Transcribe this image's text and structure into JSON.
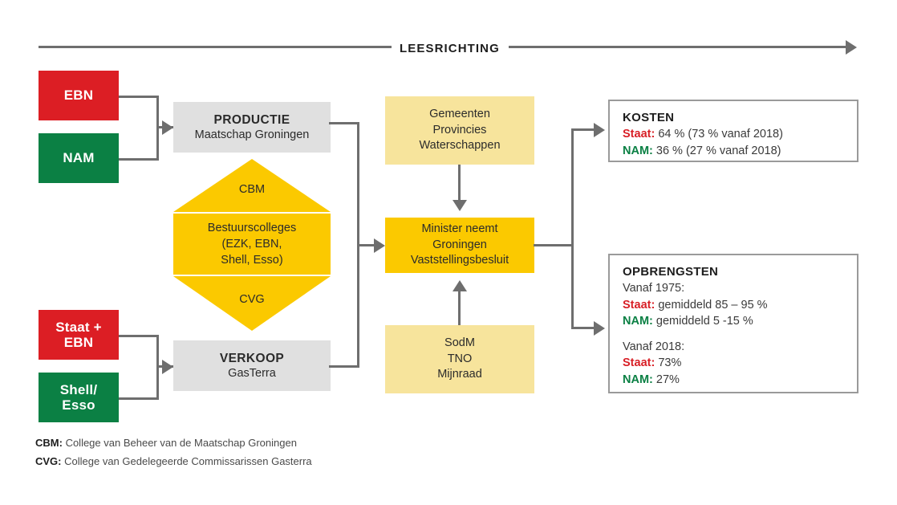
{
  "header": {
    "title": "LEESRICHTING"
  },
  "producers": [
    {
      "label": "EBN",
      "color": "#DC1E24"
    },
    {
      "label": "NAM",
      "color": "#0B8044"
    }
  ],
  "sellers": [
    {
      "label": "Staat +\nEBN",
      "line1": "Staat +",
      "line2": "EBN",
      "color": "#DC1E24"
    },
    {
      "label": "Shell/\nEsso",
      "line1": "Shell/",
      "line2": "Esso",
      "color": "#0B8044"
    }
  ],
  "productie": {
    "title": "PRODUCTIE",
    "subtitle": "Maatschap Groningen"
  },
  "verkoop": {
    "title": "VERKOOP",
    "subtitle": "GasTerra"
  },
  "hexagon": {
    "top_label": "CBM",
    "bottom_label": "CVG",
    "middle_line1": "Bestuurscolleges",
    "middle_line2": "(EZK, EBN,",
    "middle_line3": "Shell, Esso)",
    "color": "#FBC900"
  },
  "advisors_top": {
    "line1": "Gemeenten",
    "line2": "Provincies",
    "line3": "Waterschappen",
    "color": "#F7E49C"
  },
  "minister": {
    "line1": "Minister neemt",
    "line2": "Groningen",
    "line3": "Vaststellingsbesluit",
    "color": "#FBC900"
  },
  "advisors_bottom": {
    "line1": "SodM",
    "line2": "TNO",
    "line3": "Mijnraad",
    "color": "#F7E49C"
  },
  "kosten": {
    "heading": "KOSTEN",
    "rows": [
      {
        "key": "Staat:",
        "key_color": "red",
        "value": "64 % (73 % vanaf 2018)"
      },
      {
        "key": "NAM:",
        "key_color": "green",
        "value": "36 % (27 % vanaf 2018)"
      }
    ]
  },
  "opbrengsten": {
    "heading": "OPBRENGSTEN",
    "period1_label": "Vanaf 1975:",
    "period1_rows": [
      {
        "key": "Staat:",
        "key_color": "red",
        "value": "gemiddeld 85 – 95 %"
      },
      {
        "key": "NAM:",
        "key_color": "green",
        "value": "gemiddeld 5 -15 %"
      }
    ],
    "period2_label": "Vanaf 2018:",
    "period2_rows": [
      {
        "key": "Staat:",
        "key_color": "red",
        "value": "73%"
      },
      {
        "key": "NAM:",
        "key_color": "green",
        "value": "27%"
      }
    ]
  },
  "footnotes": [
    {
      "abbr": "CBM:",
      "text": "College van Beheer van de Maatschap Groningen"
    },
    {
      "abbr": "CVG:",
      "text": "College van Gedelegeerde Commissarissen Gasterra"
    }
  ],
  "palette": {
    "red": "#DC1E24",
    "green": "#0B8044",
    "yellow": "#FBC900",
    "yellow_light": "#F7E49C",
    "grey_box": "#E0E0E0",
    "connector": "#6e6e6e"
  }
}
